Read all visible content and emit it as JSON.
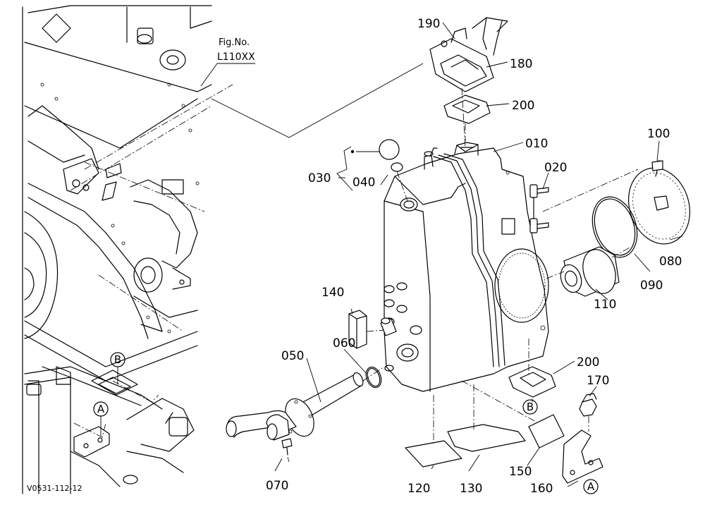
{
  "figure": {
    "fig_label": "Fig.No.",
    "fig_number": "L110XX",
    "drawing_code": "V0531-112-12"
  },
  "parts": [
    {
      "number": "010"
    },
    {
      "number": "020"
    },
    {
      "number": "030"
    },
    {
      "number": "040"
    },
    {
      "number": "050"
    },
    {
      "number": "060"
    },
    {
      "number": "070"
    },
    {
      "number": "080"
    },
    {
      "number": "090"
    },
    {
      "number": "100"
    },
    {
      "number": "110"
    },
    {
      "number": "120"
    },
    {
      "number": "130"
    },
    {
      "number": "140"
    },
    {
      "number": "150"
    },
    {
      "number": "160"
    },
    {
      "number": "170"
    },
    {
      "number": "180"
    },
    {
      "number": "190"
    },
    {
      "number": "200"
    },
    {
      "number": "200"
    }
  ],
  "references": {
    "a": "A",
    "b": "B"
  }
}
